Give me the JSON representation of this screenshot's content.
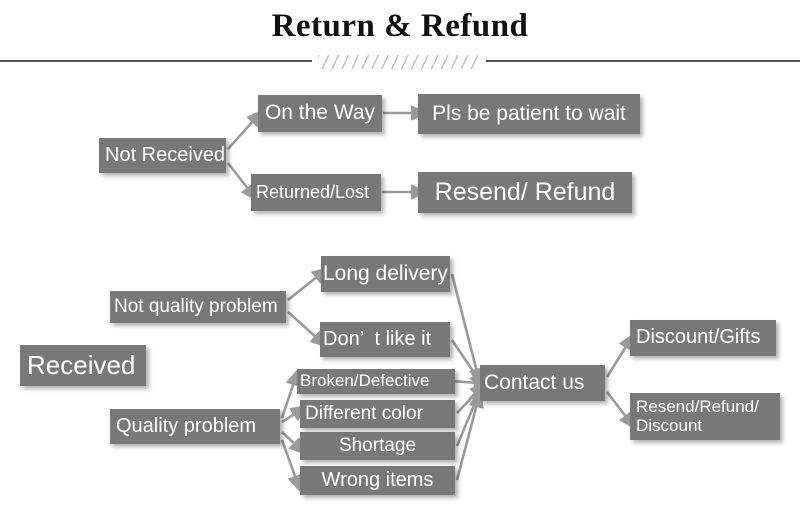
{
  "page": {
    "title": "Return & Refund",
    "background_color": "#ffffff",
    "node_fill_color": "#787878",
    "node_text_color": "#ffffff",
    "connector_color": "#9a9a9a",
    "divider_rule_color": "#555555",
    "divider_hatch_color": "#bfbfbf"
  },
  "divider": {
    "name": "title-divider",
    "left_rule": true,
    "hatch_marks": true,
    "right_rule": true
  },
  "flow": {
    "branches": [
      {
        "id": "not-received",
        "root_label": "Not Received",
        "outcomes": [
          {
            "cause": "On the Way",
            "result": "Pls be patient to wait"
          },
          {
            "cause": "Returned/Lost",
            "result": "Resend/ Refund"
          }
        ]
      },
      {
        "id": "received",
        "root_label": "Received",
        "categories": [
          {
            "label": "Not quality problem",
            "reasons": [
              "Long delivery",
              "Don’  t like it"
            ]
          },
          {
            "label": "Quality problem",
            "reasons": [
              "Broken/Defective",
              "Different color",
              "Shortage",
              "Wrong items"
            ]
          }
        ],
        "action": "Contact us",
        "resolutions": [
          "Discount/Gifts",
          "Resend/Refund/\nDiscount"
        ]
      }
    ]
  },
  "nodes": {
    "not_received": "Not Received",
    "on_the_way": "On the Way",
    "pls_be_patient": "Pls be patient to wait",
    "returned_lost": "Returned/Lost",
    "resend_refund": "Resend/ Refund",
    "received": "Received",
    "not_quality_problem": "Not quality problem",
    "quality_problem": "Quality problem",
    "long_delivery": "Long delivery",
    "dont_like_it": "Don’  t like it",
    "broken_defective": "Broken/Defective",
    "different_color": "Different color",
    "shortage": "Shortage",
    "wrong_items": "Wrong items",
    "contact_us": "Contact us",
    "discount_gifts": "Discount/Gifts",
    "resend_refund_discount_line1": "Resend/Refund/",
    "resend_refund_discount_line2": "Discount"
  }
}
